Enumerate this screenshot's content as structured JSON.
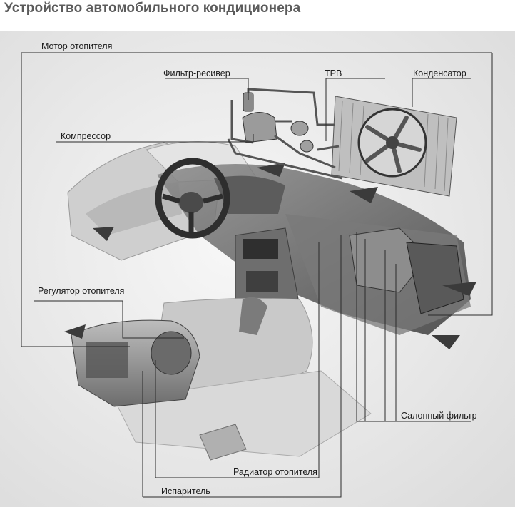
{
  "title": "Устройство автомобильного кондиционера",
  "labels": {
    "heater_motor": "Мотор отопителя",
    "receiver_filter": "Фильтр-ресивер",
    "trv": "ТРВ",
    "condenser": "Конденсатор",
    "compressor": "Компрессор",
    "heater_regulator": "Регулятор отопителя",
    "cabin_filter": "Салонный фильтр",
    "heater_radiator": "Радиатор отопителя",
    "evaporator": "Испаритель"
  }
}
